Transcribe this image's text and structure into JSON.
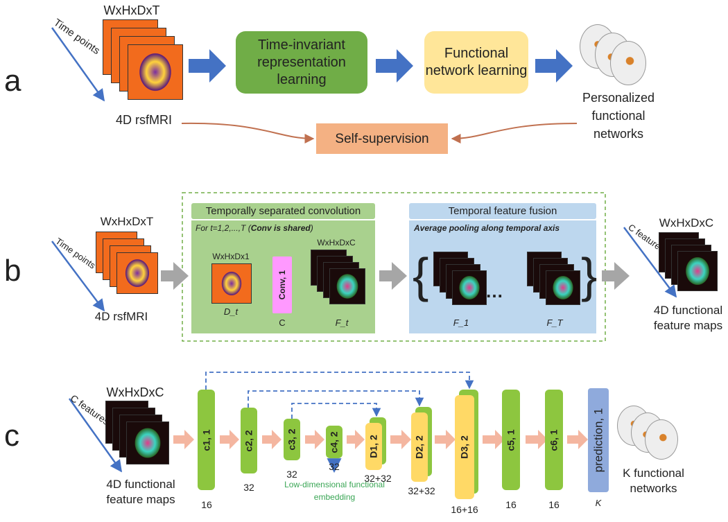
{
  "panel_a": {
    "letter": "a",
    "dims": "WxHxDxT",
    "time_points": "Time points",
    "input_label": "4D rsfMRI",
    "box1": "Time-invariant representation learning",
    "box2": "Functional network learning",
    "output_label": "Personalized functional networks",
    "self_supervision": "Self-supervision",
    "colors": {
      "green_box": "#70ad47",
      "yellow_box": "#ffe699",
      "arrow": "#4472c4",
      "self_box": "#f4b183"
    }
  },
  "panel_b": {
    "letter": "b",
    "dims_in": "WxHxDxT",
    "time_points": "Time points",
    "input_label": "4D rsfMRI",
    "conv_title": "Temporally separated convolution",
    "conv_sub_prefix": "For t=1,2,...,T (",
    "conv_sub_bold": "Conv is shared",
    "conv_sub_suffix": ")",
    "slice_dims": "WxHxDx1",
    "slice_label": "D_t",
    "conv_block": "Conv, 1",
    "conv_c": "C",
    "feat_dims": "WxHxDxC",
    "feat_label": "F_t",
    "fusion_title": "Temporal feature fusion",
    "fusion_sub": "Average pooling along temporal axis",
    "f1": "F_1",
    "fT": "F_T",
    "dots": "…",
    "dims_out": "WxHxDxC",
    "c_features": "C features",
    "output_label": "4D functional feature maps"
  },
  "panel_c": {
    "letter": "c",
    "dims_in": "WxHxDxC",
    "c_features": "C features",
    "input_label": "4D functional feature maps",
    "blocks": [
      {
        "name": "c1, 1",
        "channels": "16"
      },
      {
        "name": "c2, 2",
        "channels": "32"
      },
      {
        "name": "c3, 2",
        "channels": "32"
      },
      {
        "name": "c4, 2",
        "channels": "32"
      },
      {
        "name": "D1, 2",
        "channels": "32+32"
      },
      {
        "name": "D2, 2",
        "channels": "32+32"
      },
      {
        "name": "D3, 2",
        "channels": "16+16"
      },
      {
        "name": "c5, 1",
        "channels": "16"
      },
      {
        "name": "c6, 1",
        "channels": "16"
      }
    ],
    "prediction": "prediction, 1",
    "prediction_k": "K",
    "embedding": "Low-dimensional functional embedding",
    "output_label": "K functional networks"
  }
}
